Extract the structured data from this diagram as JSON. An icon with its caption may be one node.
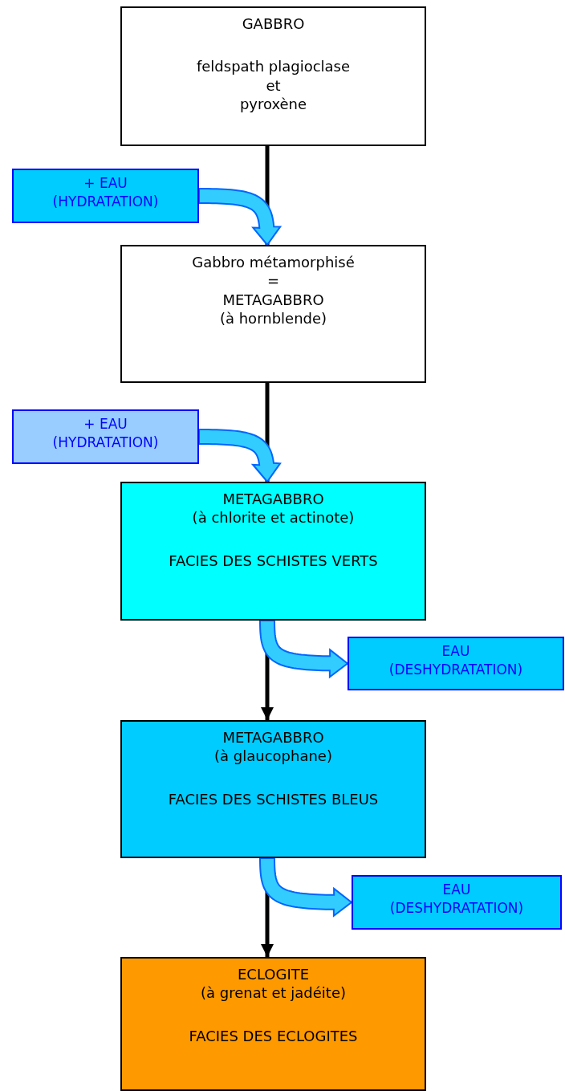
{
  "diagram": {
    "nodes": [
      {
        "text": [
          "GABBRO",
          "feldspath plagioclase",
          "et",
          "pyroxène"
        ]
      },
      {
        "text": [
          "Gabbro métamorphisé",
          "=",
          "METAGABBRO",
          "(à hornblende)"
        ]
      },
      {
        "text": [
          "METAGABBRO",
          "(à chlorite et actinote)",
          "FACIES DES SCHISTES VERTS"
        ]
      },
      {
        "text": [
          "METAGABBRO",
          "(à glaucophane)",
          "FACIES DES SCHISTES BLEUS"
        ]
      },
      {
        "text": [
          "ECLOGITE",
          "(à grenat et jadéite)",
          "FACIES DES ECLOGITES"
        ]
      },
      {
        "text": [
          "+ EAU",
          "(HYDRATATION)"
        ]
      },
      {
        "text": [
          "+ EAU",
          "(HYDRATATION)"
        ]
      },
      {
        "text": [
          "EAU",
          "(DESHYDRATATION)"
        ]
      },
      {
        "text": [
          "EAU",
          "(DESHYDRATATION)"
        ]
      }
    ],
    "edges": [
      {
        "from": 0,
        "to": 1,
        "arrow": "none"
      },
      {
        "from": 5,
        "to": 1,
        "arrow": "to",
        "style": "thick",
        "color": "#33ccff"
      },
      {
        "from": 1,
        "to": 2,
        "arrow": "none"
      },
      {
        "from": 6,
        "to": 2,
        "arrow": "to",
        "style": "thick",
        "color": "#33ccff"
      },
      {
        "from": 2,
        "to": 3,
        "arrow": "to"
      },
      {
        "from": 2,
        "to": 7,
        "arrow": "to",
        "style": "thick",
        "color": "#33ccff"
      },
      {
        "from": 3,
        "to": 4,
        "arrow": "to"
      },
      {
        "from": 3,
        "to": 8,
        "arrow": "to",
        "style": "thick",
        "color": "#33ccff"
      }
    ]
  }
}
